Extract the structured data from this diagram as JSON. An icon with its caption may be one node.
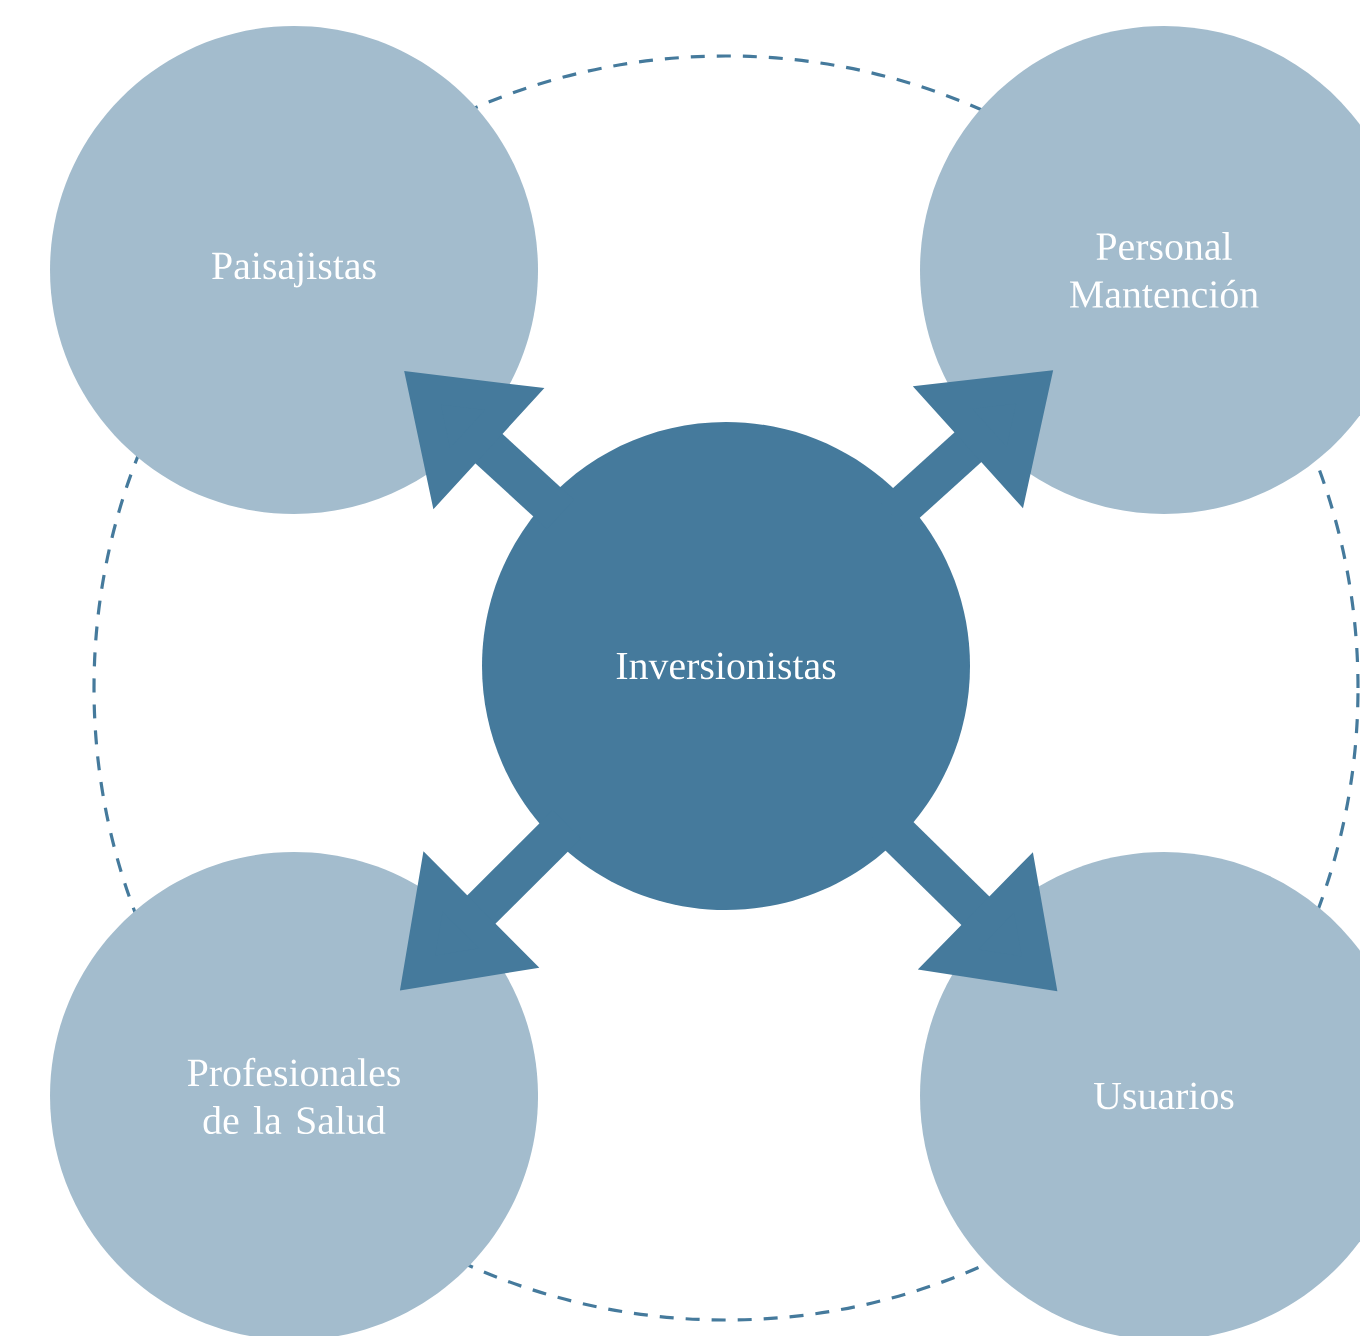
{
  "diagram": {
    "nodes": [
      {
        "text": [
          "Paisajistas"
        ]
      },
      {
        "text": [
          "Personal Mantención"
        ]
      },
      {
        "text": [
          "Inversionistas"
        ]
      },
      {
        "text": [
          "Profesionales de la Salud"
        ]
      },
      {
        "text": [
          "Usuarios"
        ]
      }
    ],
    "edges": [
      {
        "from": 2,
        "to": 0,
        "arrow": "to"
      },
      {
        "from": 2,
        "to": 1,
        "arrow": "to"
      },
      {
        "from": 2,
        "to": 3,
        "arrow": "to"
      },
      {
        "from": 2,
        "to": 4,
        "arrow": "to"
      }
    ]
  }
}
